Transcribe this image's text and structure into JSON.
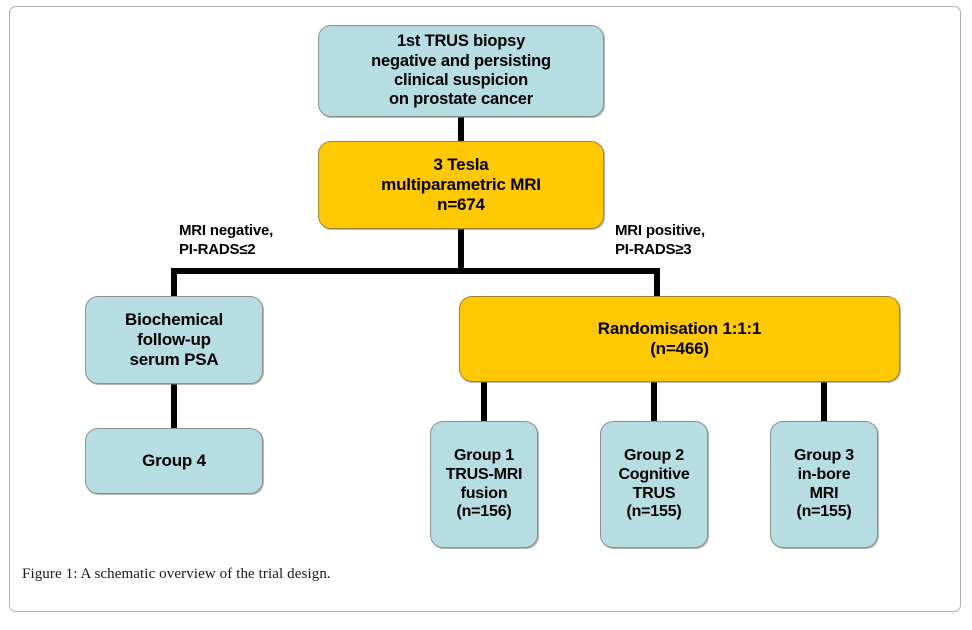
{
  "figure": {
    "caption": "Figure 1: A schematic overview of the trial design.",
    "colors": {
      "blue_fill": "#b6dde1",
      "yellow_fill": "#ffc800",
      "node_border": "#8f8f8f",
      "connector": "#000000",
      "frame_border": "#b0b0b0"
    }
  },
  "nodes": {
    "trus_biopsy": "1st TRUS biopsy\nnegative and persisting\nclinical suspicion\non prostate cancer",
    "mpmri": "3 Tesla\nmultiparametric MRI\nn=674",
    "biochemical": "Biochemical\nfollow-up\nserum PSA",
    "group4": "Group 4",
    "randomisation": "Randomisation 1:1:1\n(n=466)",
    "group1": "Group 1\nTRUS-MRI\nfusion\n(n=156)",
    "group2": "Group 2\nCognitive\nTRUS\n(n=155)",
    "group3": "Group 3\nin-bore\nMRI\n(n=155)"
  },
  "edge_labels": {
    "mri_negative": "MRI negative,\nPI-RADS≤2",
    "mri_positive": "MRI positive,\nPI-RADS≥3"
  }
}
